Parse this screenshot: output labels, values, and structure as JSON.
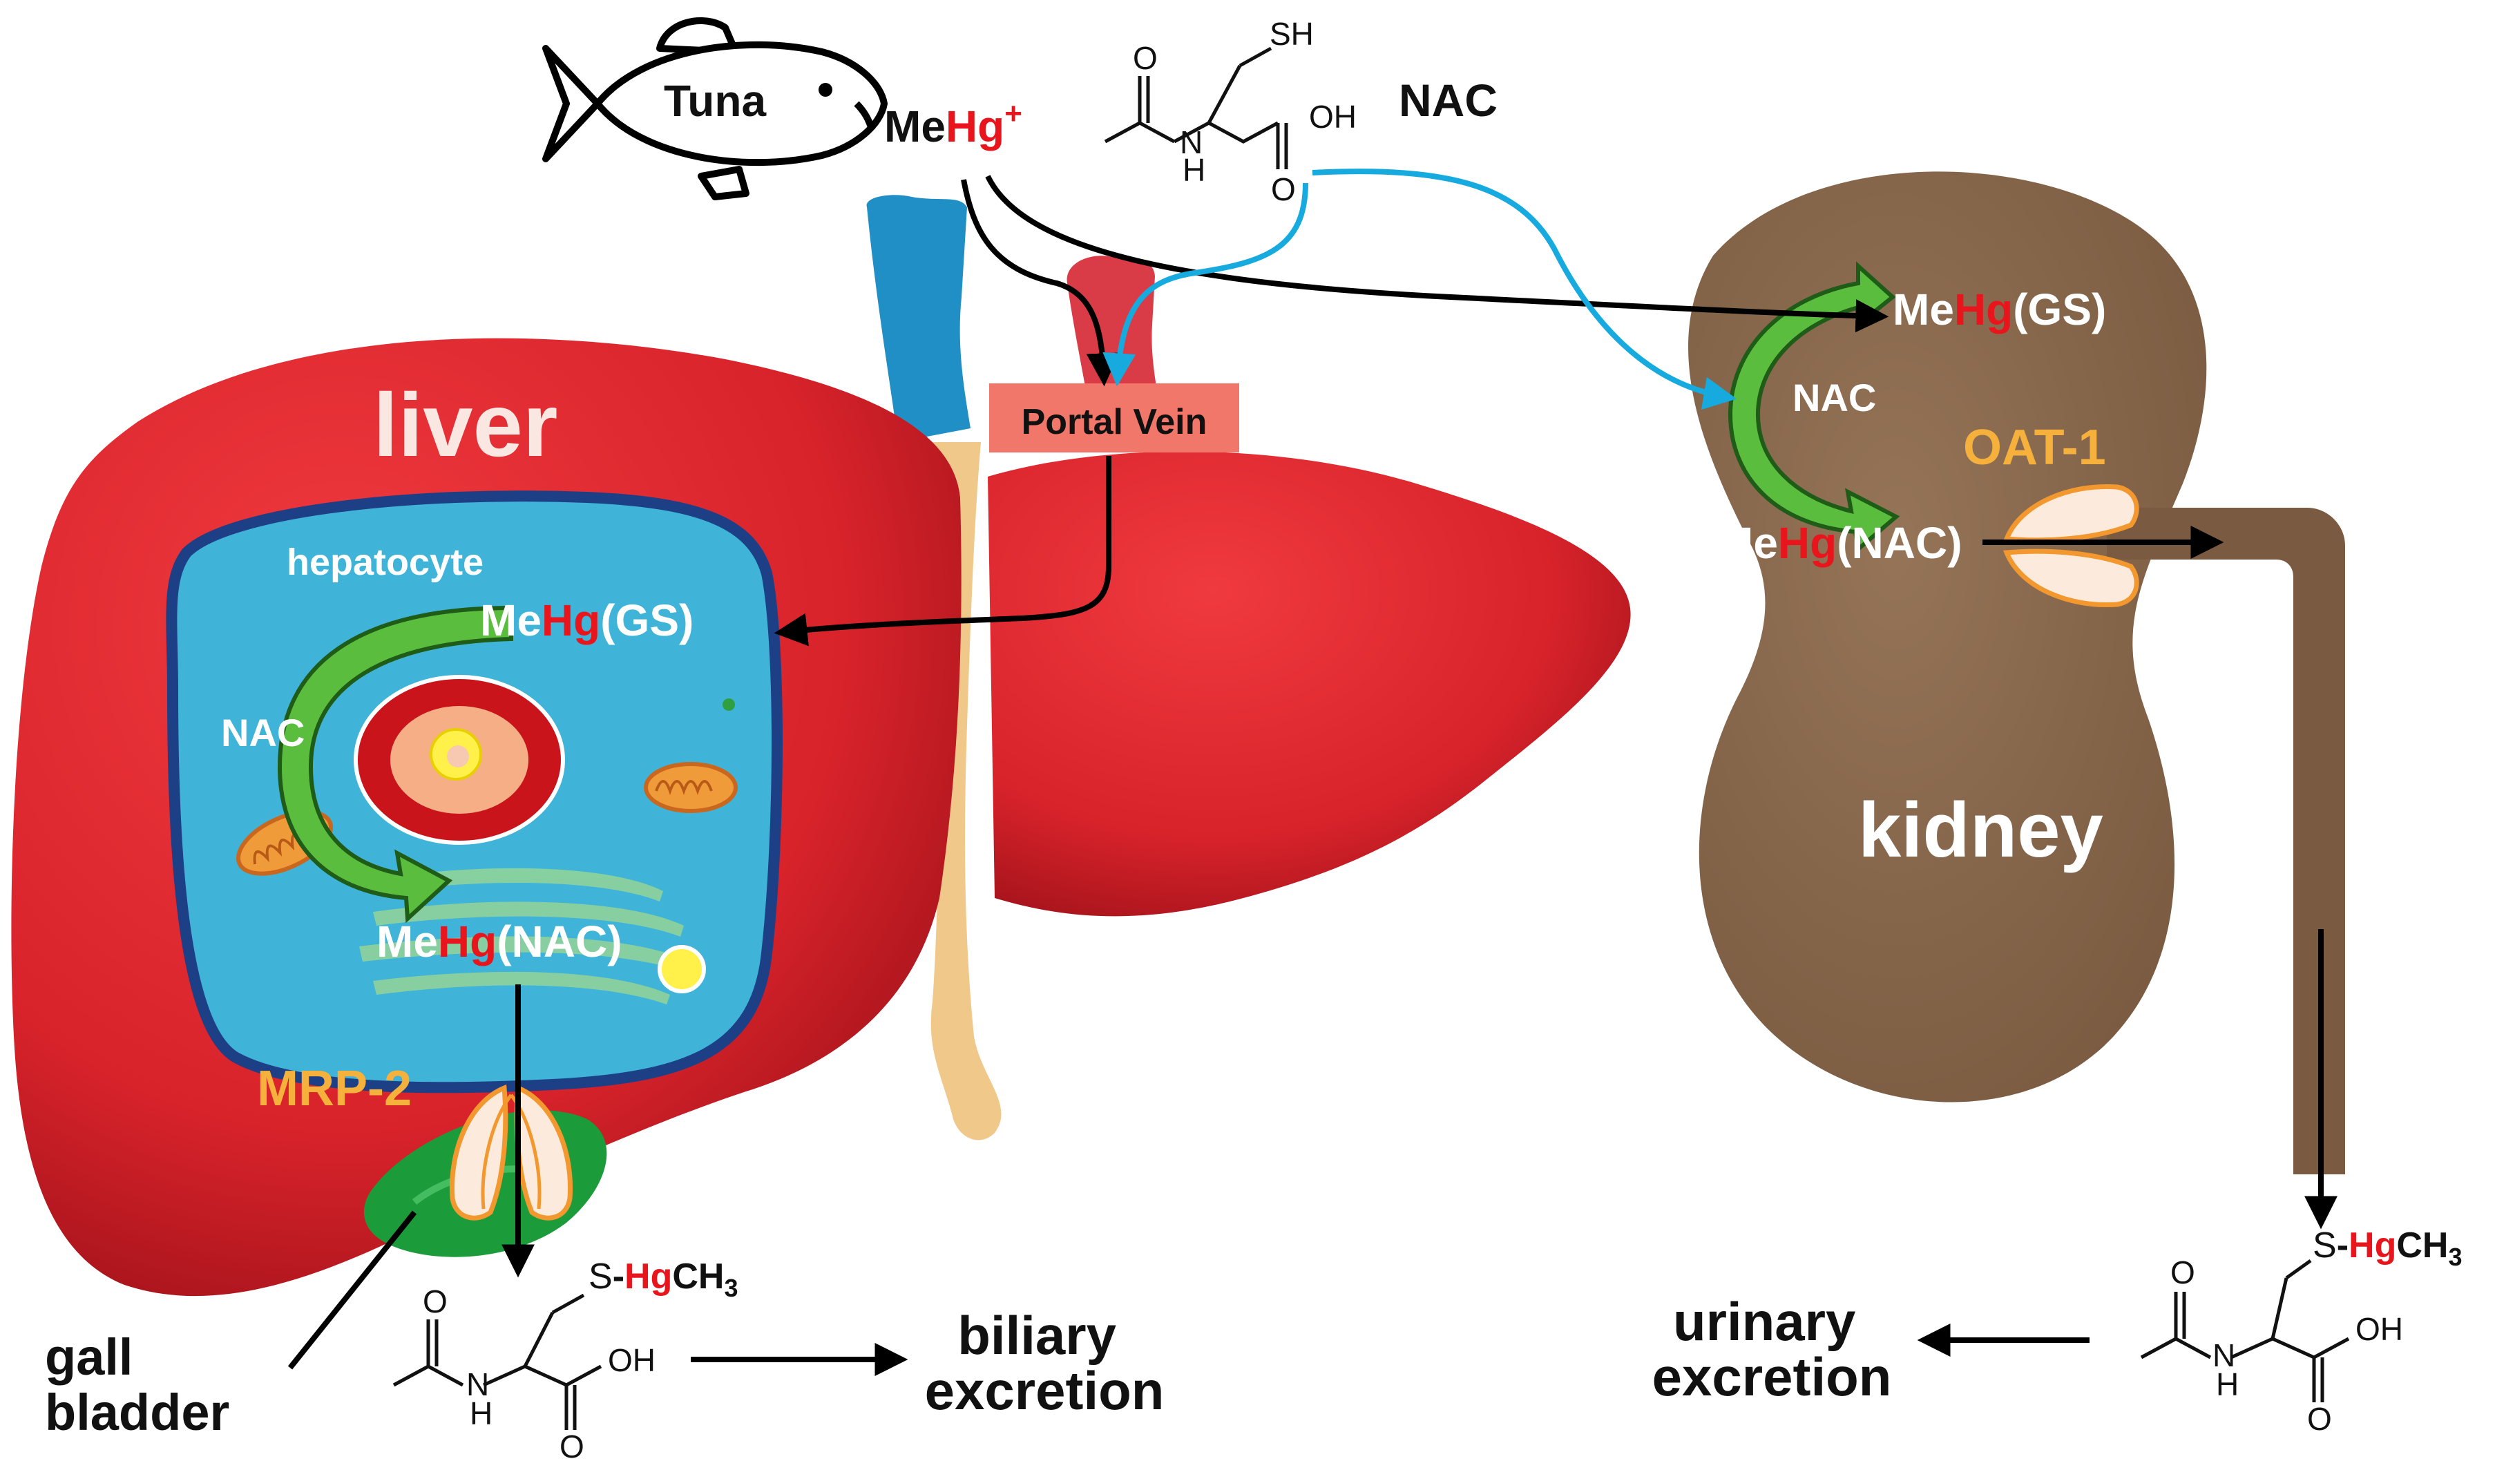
{
  "colors": {
    "liver": "#d9232b",
    "liver_dark": "#a8141c",
    "hepatocyte_fill": "#3fb4d8",
    "hepatocyte_border": "#1d3f86",
    "kidney": "#8a6a4f",
    "kidney_dark": "#6b5038",
    "mercury_red": "#e8161c",
    "transporter_label": "#f5b13c",
    "nac_path": "#16aadf",
    "green_arrow": "#5bbd3e",
    "portal_box": "#f07769",
    "vena_cava": "#1f8fc6",
    "aorta": "#d93c47",
    "bile_duct": "#f0c98a",
    "gall_bladder": "#1c9b3a"
  },
  "icons": {
    "fish": "fish-icon",
    "transporter": "transporter-icon"
  },
  "source": {
    "fish_label": "Tuna",
    "mehg_prefix": "Me",
    "mehg_metal": "Hg",
    "mehg_charge": "+"
  },
  "nac_top": {
    "label": "NAC",
    "sh": "SH",
    "oh": "OH",
    "o": "O",
    "n": "N",
    "h": "H"
  },
  "portal_vein": "Portal Vein",
  "liver": {
    "label": "liver",
    "hepatocyte_label": "hepatocyte",
    "gs_prefix": "Me",
    "gs_metal": "Hg",
    "gs_suffix": "(GS)",
    "nac_label": "NAC",
    "nac_prefix": "Me",
    "nac_metal": "Hg",
    "nac_suffix": "(NAC)",
    "transporter": "MRP-2",
    "gall_line1": "gall",
    "gall_line2": "bladder",
    "excretion_line1": "biliary",
    "excretion_line2": "excretion"
  },
  "chem_liver": {
    "s": "S",
    "dash": "-",
    "metal": "Hg",
    "ch3": "CH",
    "sub3": "3",
    "oh": "OH",
    "o": "O",
    "n": "N",
    "h": "H"
  },
  "kidney": {
    "label": "kidney",
    "gs_prefix": "Me",
    "gs_metal": "Hg",
    "gs_suffix": "(GS)",
    "nac_label": "NAC",
    "nac_prefix": "Me",
    "nac_metal": "Hg",
    "nac_suffix": "(NAC)",
    "transporter": "OAT-1",
    "excretion_line1": "urinary",
    "excretion_line2": "excretion"
  },
  "chem_kidney": {
    "s": "S",
    "dash": "-",
    "metal": "Hg",
    "ch3": "CH",
    "sub3": "3",
    "oh": "OH",
    "o": "O",
    "n": "N",
    "h": "H"
  }
}
